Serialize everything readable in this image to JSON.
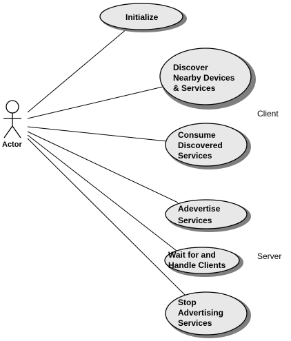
{
  "actor": {
    "label": "Actor"
  },
  "use_cases": [
    {
      "id": "initialize",
      "lines": [
        "Initialize"
      ]
    },
    {
      "id": "discover",
      "lines": [
        "Discover",
        "Nearby Devices",
        "& Services"
      ]
    },
    {
      "id": "consume",
      "lines": [
        "Consume",
        "Discovered",
        "Services"
      ]
    },
    {
      "id": "advertise",
      "lines": [
        "Adevertise",
        "Services"
      ]
    },
    {
      "id": "wait",
      "lines": [
        "Wait for and",
        "Handle Clients"
      ]
    },
    {
      "id": "stop",
      "lines": [
        "Stop",
        "Advertising",
        "Services"
      ]
    }
  ],
  "groups": {
    "client": "Client",
    "server": "Server"
  }
}
